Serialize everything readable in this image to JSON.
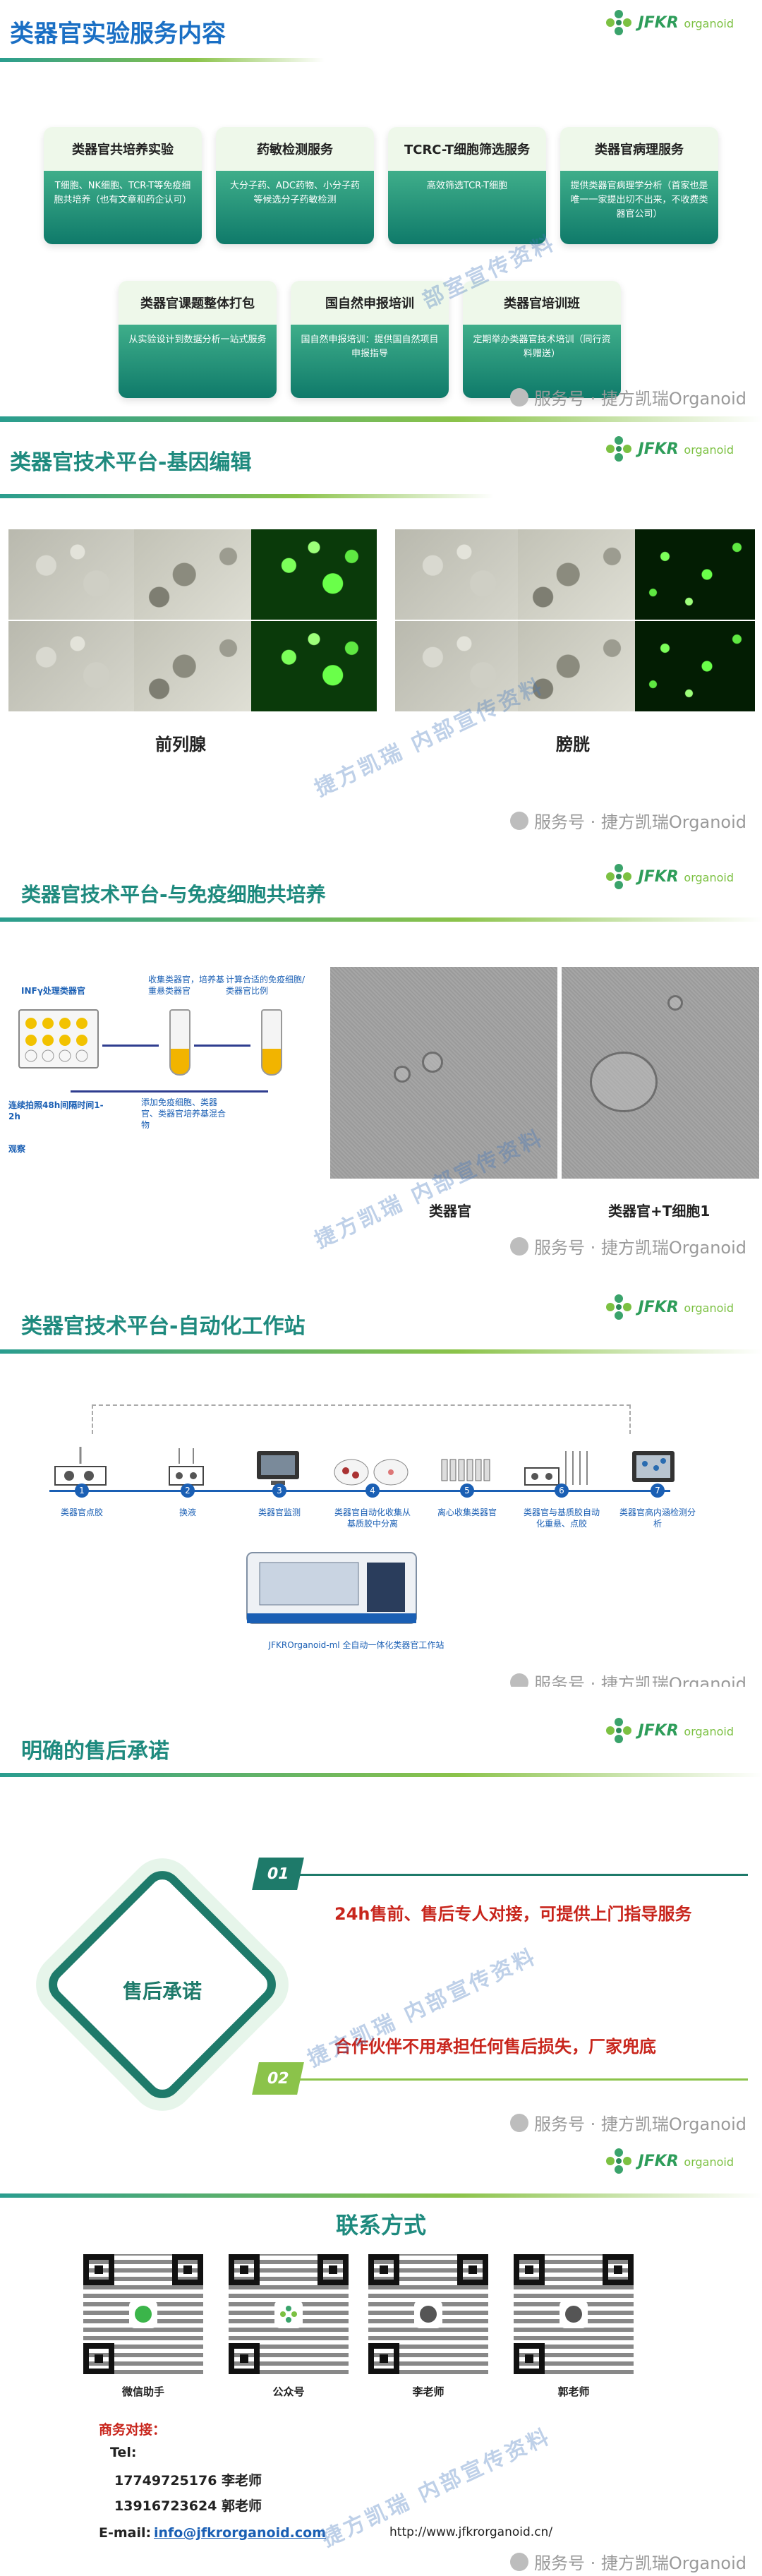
{
  "logo": {
    "brand": "JFKR",
    "sub": "organoid"
  },
  "watermarks": {
    "diag1": "部室宣传资料",
    "diag2": "捷方凯瑞 内部宣传资料",
    "foot": "服务号 · 捷方凯瑞Organoid"
  },
  "services": {
    "title": "类器官实验服务内容",
    "cards": [
      {
        "title": "类器官共培养实验",
        "desc": "T细胞、NK细胞、TCR-T等免疫细胞共培养（也有文章和药企认可）"
      },
      {
        "title": "药敏检测服务",
        "desc": "大分子药、ADC药物、小分子药等候选分子药敏检测"
      },
      {
        "title": "TCRC-T细胞筛选服务",
        "desc": "高效筛选TCR-T细胞"
      },
      {
        "title": "类器官病理服务",
        "desc": "提供类器官病理学分析（首家也是唯一一家提出切不出来，不收费类器官公司）"
      },
      {
        "title": "类器官课题整体打包",
        "desc": "从实验设计到数据分析一站式服务"
      },
      {
        "title": "国自然申报培训",
        "desc": "国自然申报培训：提供国自然项目申报指导"
      },
      {
        "title": "类器官培训班",
        "desc": "定期举办类器官技术培训（同行资料赠送）"
      }
    ]
  },
  "gene": {
    "title": "类器官技术平台-基因编辑",
    "captions": [
      "前列腺",
      "膀胱"
    ]
  },
  "coculture": {
    "title": "类器官技术平台-与免疫细胞共培养",
    "steps": [
      "INFγ处理类器官",
      "收集类器官，培养基重悬类器官",
      "计算合适的免疫细胞/类器官比例",
      "添加免疫细胞、类器官、类器官培养基混合物",
      "连续拍照48h间隔时间1-2h",
      "观察"
    ],
    "captions": [
      "类器官",
      "类器官+T细胞1"
    ]
  },
  "workstation": {
    "title": "类器官技术平台-自动化工作站",
    "steps": [
      {
        "num": "1",
        "label": "类器官点胶"
      },
      {
        "num": "2",
        "label": "换液"
      },
      {
        "num": "3",
        "label": "类器官监测"
      },
      {
        "num": "4",
        "label": "类器官自动化收集从基质胶中分离"
      },
      {
        "num": "5",
        "label": "离心收集类器官"
      },
      {
        "num": "6",
        "label": "类器官与基质胶自动化重悬、点胶"
      },
      {
        "num": "7",
        "label": "类器官高内涵检测分析"
      }
    ],
    "machine_caption": "JFKROrganoid-ml 全自动一体化类器官工作站"
  },
  "aftersales": {
    "title": "明确的售后承诺",
    "center": "售后承诺",
    "items": [
      {
        "num": "01",
        "text": "24h售前、售后专人对接，可提供上门指导服务"
      },
      {
        "num": "02",
        "text": "合作伙伴不用承担任何售后损失，厂家兜底"
      }
    ]
  },
  "contact": {
    "title": "联系方式",
    "qrs": [
      "微信助手",
      "公众号",
      "李老师",
      "郭老师"
    ],
    "biz_label": "商务对接：",
    "tel_label": "Tel:",
    "phones": [
      "17749725176  李老师",
      "13916723624  郭老师"
    ],
    "email_label": "E-mail:",
    "email": "info@jfkrorganoid.com",
    "website": "http://www.jfkrorganoid.cn/"
  },
  "colors": {
    "teal": "#1e8a7e",
    "title_blue": "#1a6fc4",
    "promise_red": "#c8251c",
    "badge_dark": "#1e7a6a",
    "badge_light": "#8bc34a"
  }
}
